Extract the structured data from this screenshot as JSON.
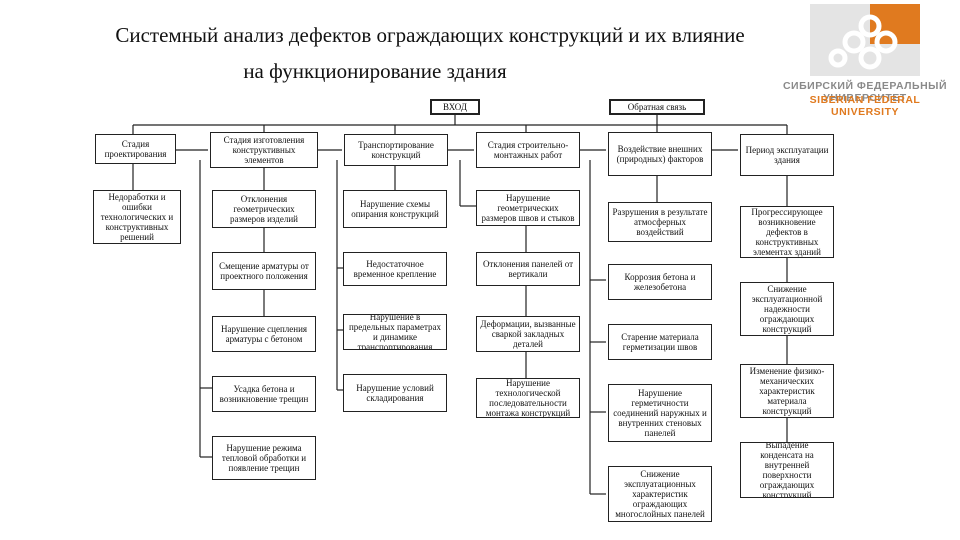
{
  "header": {
    "title_line1": "Системный анализ дефектов ограждающих конструкций и их влияние",
    "title_line2": "на функционирование здания"
  },
  "logo": {
    "line1": "СИБИРСКИЙ ФЕДЕРАЛЬНЫЙ УНИВЕРСИТЕТ",
    "line2": "SIBERIAN FEDERAL UNIVERSITY",
    "colors": {
      "orange": "#e07a1f",
      "gray": "#a7a7a7"
    }
  },
  "diagram": {
    "input": "ВХОД",
    "feedback": "Обратная связь",
    "stages": [
      "Стадия проектирования",
      "Стадия изготовления конструктивных элементов",
      "Транспортирование конструкций",
      "Стадия строительно-монтажных работ",
      "Воздействие внешних (природных) факторов",
      "Период эксплуатации здания"
    ],
    "col1": [
      "Недоработки и ошибки технологических и конструктивных решений"
    ],
    "col2": [
      "Отклонения геометрических размеров изделий",
      "Смещение арматуры от проектного положения",
      "Нарушение сцепления арматуры с бетоном",
      "Усадка бетона и возникновение трещин",
      "Нарушение режима тепловой обработки и появление трещин"
    ],
    "col3": [
      "Нарушение схемы опирания конструкций",
      "Недостаточное временное крепление",
      "Нарушение в предельных параметрах и динамике транспортирования",
      "Нарушение условий складирования"
    ],
    "col4": [
      "Нарушение геометрических размеров швов и стыков",
      "Отклонения панелей от вертикали",
      "Деформации, вызванные сваркой закладных деталей",
      "Нарушение технологической последовательности монтажа конструкций"
    ],
    "col5": [
      "Разрушения в результате атмосферных воздействий",
      "Коррозия бетона и железобетона",
      "Старение материала герметизации швов",
      "Нарушение герметичности соединений наружных и внутренних стеновых панелей",
      "Снижение эксплуатационных характеристик ограждающих многослойных панелей"
    ],
    "col6": [
      "Прогрессирующее возникновение дефектов в конструктивных элементах зданий",
      "Снижение эксплуатационной надежности ограждающих конструкций",
      "Изменение физико-механических характеристик материала конструкций",
      "Выпадение конденсата на внутренней поверхности ограждающих конструкций"
    ]
  }
}
